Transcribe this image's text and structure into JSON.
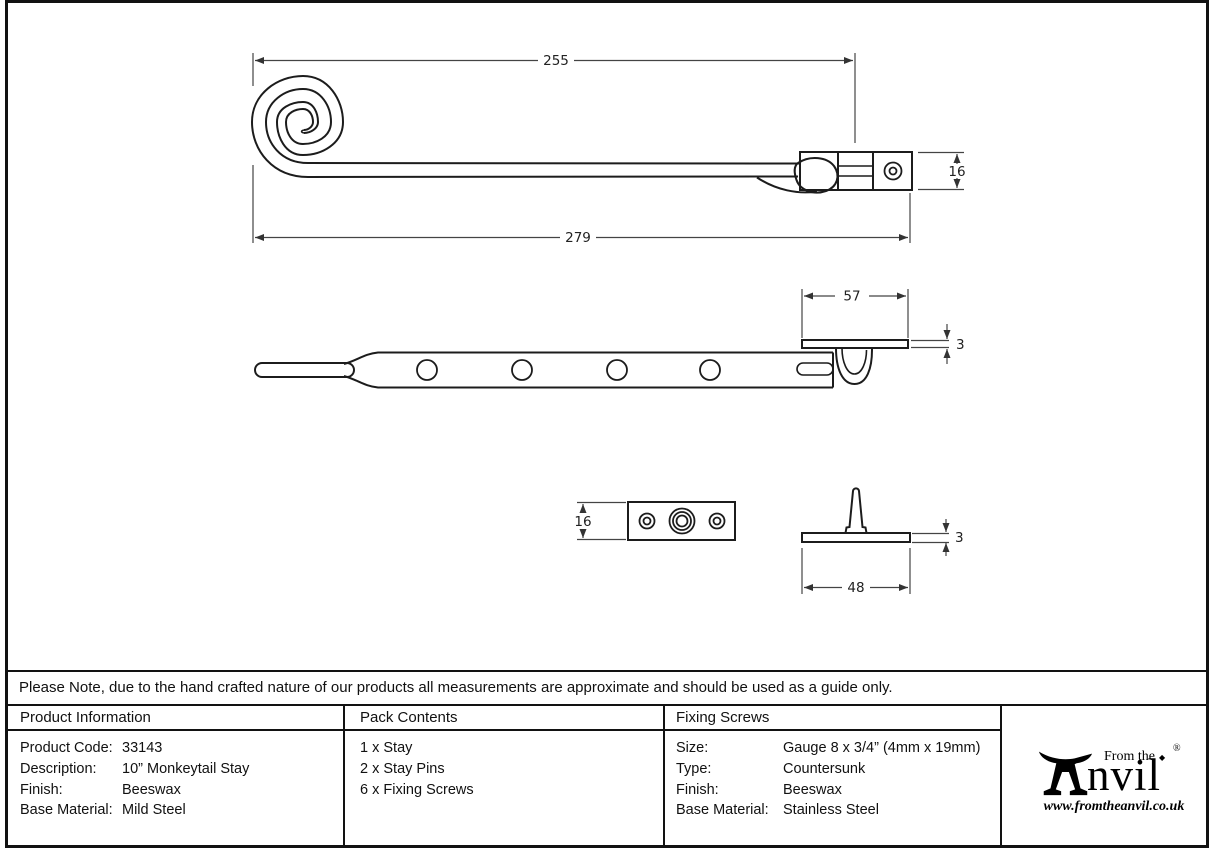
{
  "note": {
    "text": "Please Note, due to the hand crafted nature of our products all measurements are approximate and should be used as a guide only."
  },
  "drawing": {
    "side_view": {
      "dim_spiral_to_pivot": "255",
      "dim_overall_length": "279",
      "dim_end_block_height": "16"
    },
    "plan_view": {
      "dim_plate_length": "57",
      "dim_plate_thickness": "3"
    },
    "parts_view": {
      "dim_keep_plate_height": "16",
      "dim_pin_base_length": "48",
      "dim_pin_base_thickness": "3"
    }
  },
  "table": {
    "product_information": {
      "header": "Product Information",
      "rows": [
        {
          "label": "Product Code:",
          "value": "33143"
        },
        {
          "label": "Description:",
          "value": "10” Monkeytail Stay"
        },
        {
          "label": "Finish:",
          "value": "Beeswax"
        },
        {
          "label": "Base Material:",
          "value": "Mild Steel"
        }
      ]
    },
    "pack_contents": {
      "header": "Pack Contents",
      "items": [
        "1 x Stay",
        "2 x Stay Pins",
        "6 x Fixing Screws"
      ]
    },
    "fixing_screws": {
      "header": "Fixing Screws",
      "rows": [
        {
          "label": "Size:",
          "value": "Gauge 8 x 3/4” (4mm x 19mm)"
        },
        {
          "label": "Type:",
          "value": "Countersunk"
        },
        {
          "label": "Finish:",
          "value": "Beeswax"
        },
        {
          "label": "Base Material:",
          "value": "Stainless Steel"
        }
      ]
    }
  },
  "logo": {
    "prefix": "From the",
    "diamond": "◆",
    "registered": "®",
    "name_rest": "nvil",
    "url": "www.fromtheanvil.co.uk"
  },
  "colors": {
    "line": "#1c1c1c",
    "dim": "#3c3c3c",
    "border": "#121212"
  }
}
